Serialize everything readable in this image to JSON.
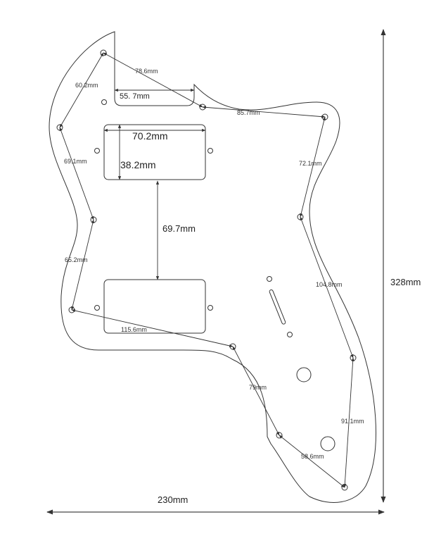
{
  "dimensions": {
    "hole_78_6": "78.6mm",
    "hole_60_2": "60.2mm",
    "hole_85_7": "85.7mm",
    "hole_72_1": "72.1mm",
    "hole_104_8": "104.8mm",
    "hole_91_1": "91.1mm",
    "hole_58_6": "58.6mm",
    "hole_79": "79mm",
    "hole_115_6": "115.6mm",
    "hole_65_2": "65.2mm",
    "hole_69_1": "69.1mm",
    "neck_pocket_width": "55. 7mm",
    "pickup_width": "70.2mm",
    "pickup_height": "38.2mm",
    "pickup_spacing": "69.7mm",
    "overall_height": "328mm",
    "overall_width": "230mm"
  }
}
